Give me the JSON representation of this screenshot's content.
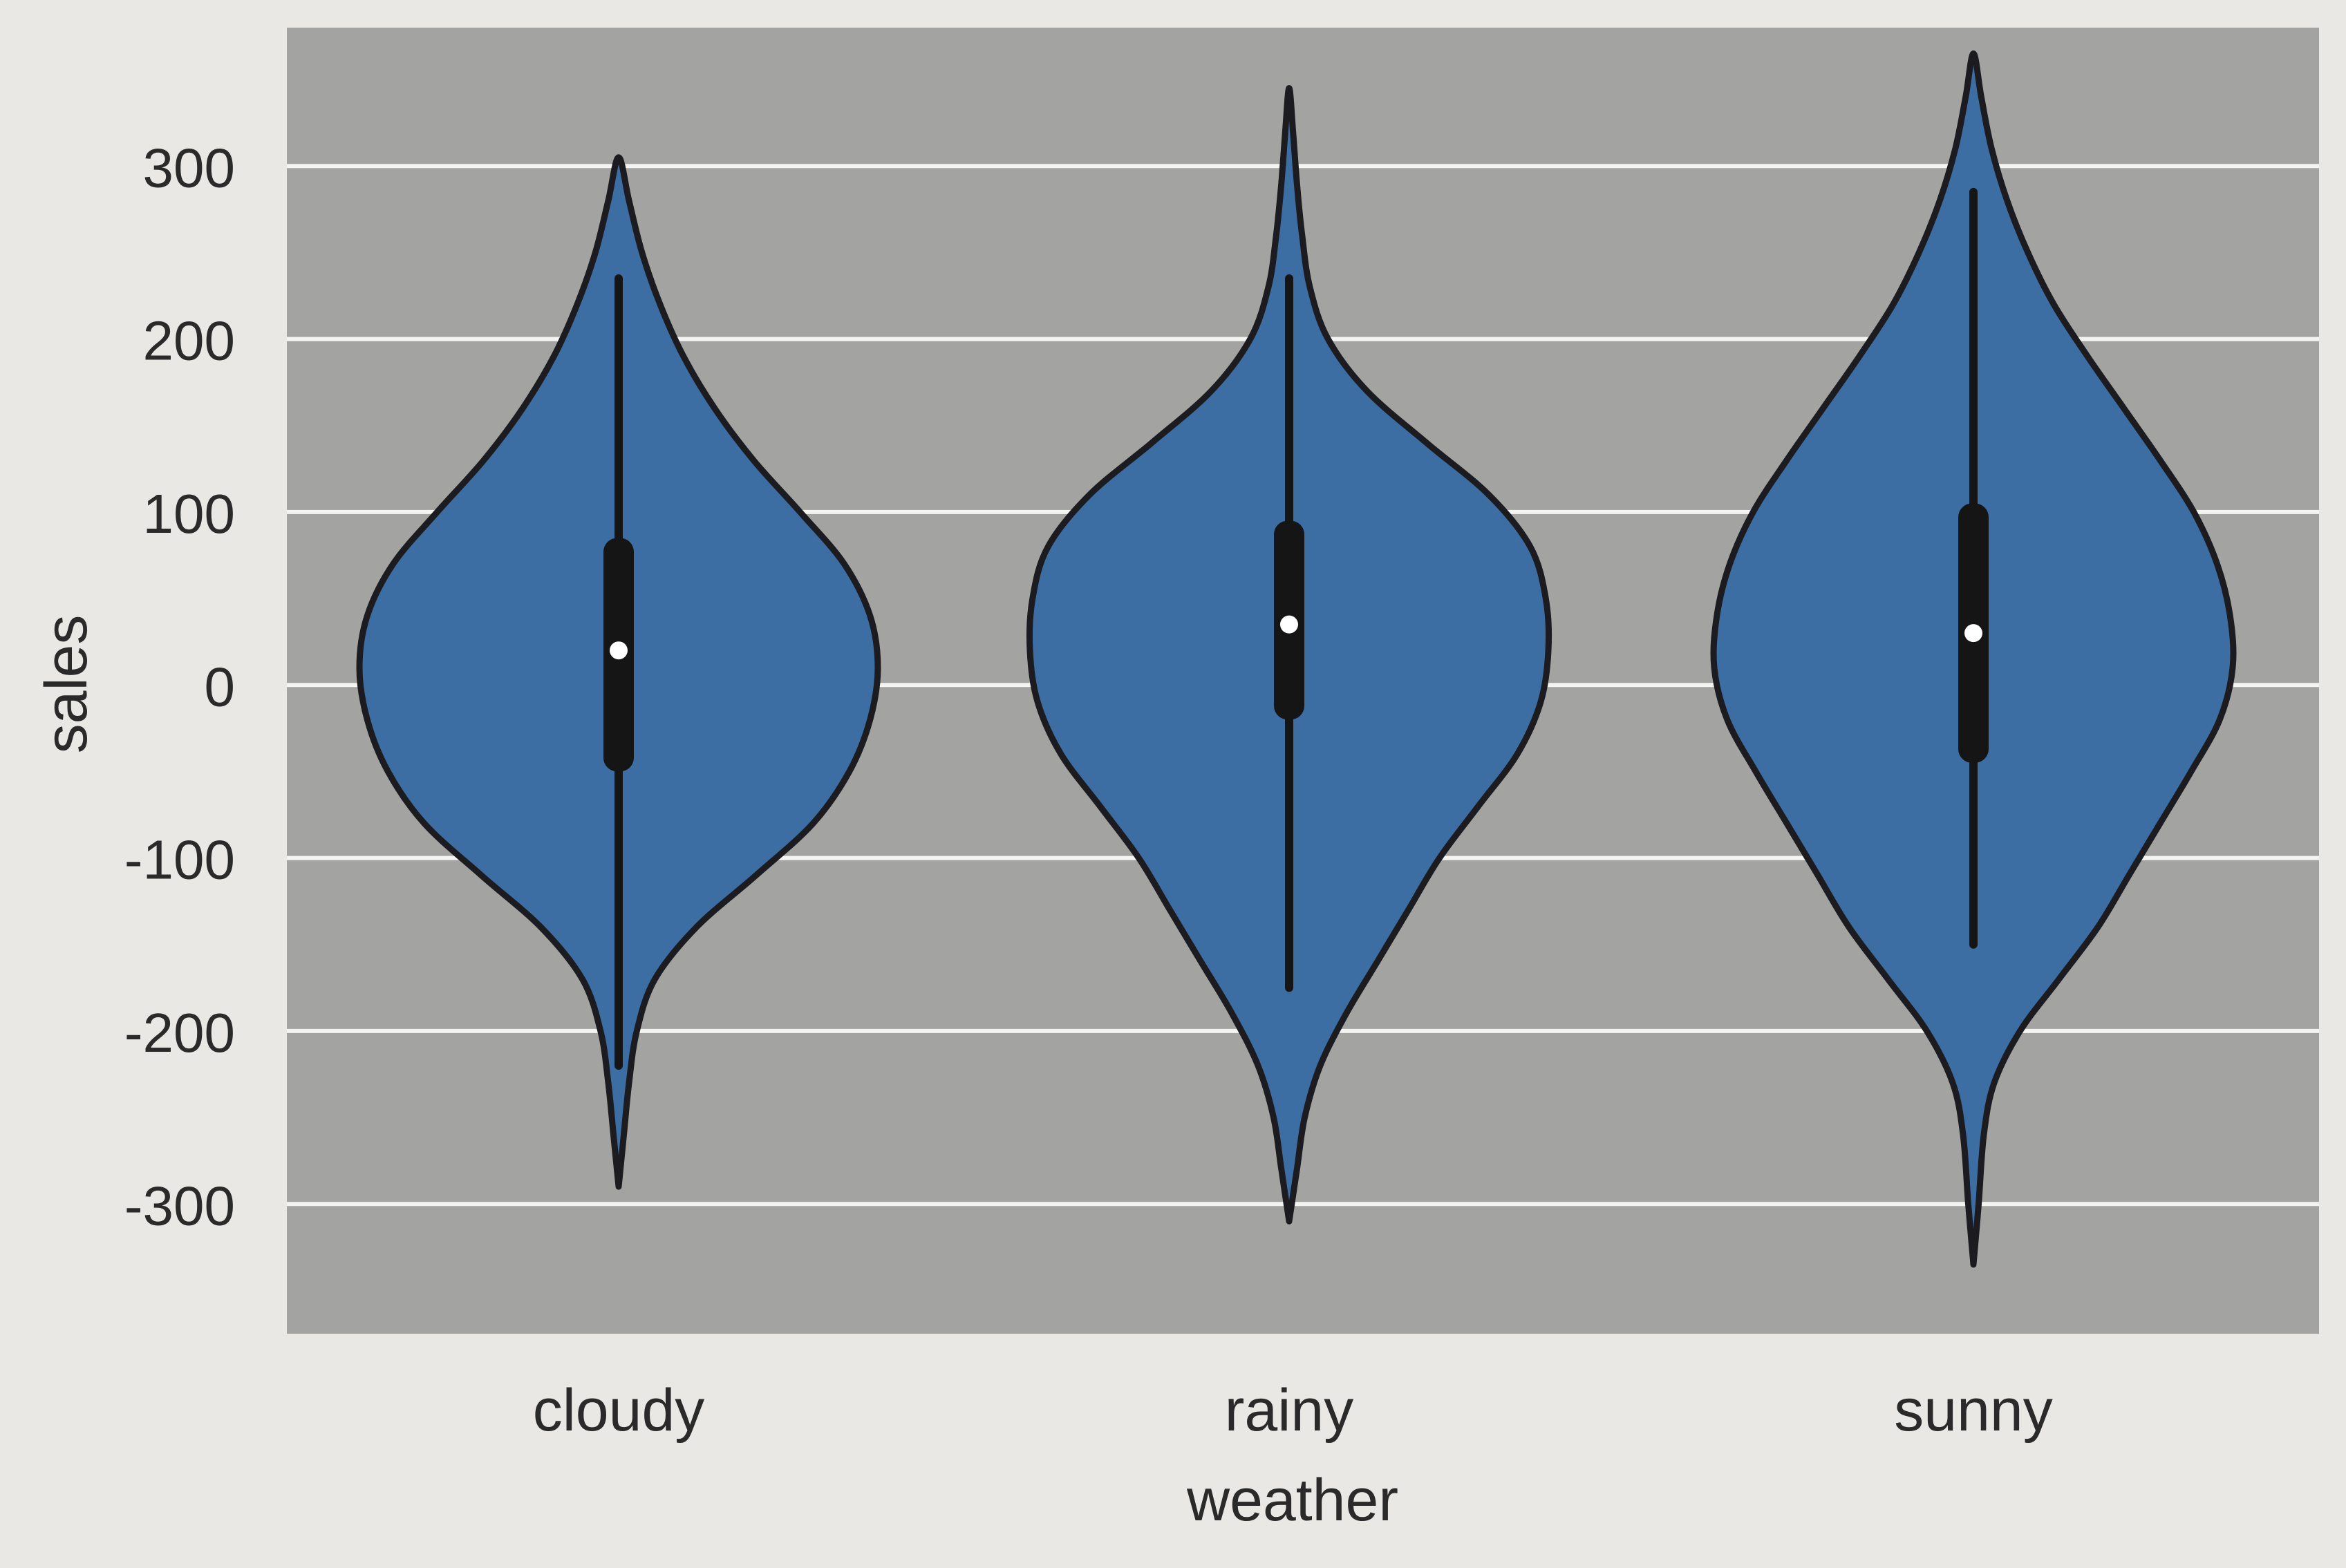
{
  "chart_data": {
    "type": "violin",
    "xlabel": "weather",
    "ylabel": "sales",
    "categories": [
      "cloudy",
      "rainy",
      "sunny"
    ],
    "ylim": [
      -375,
      380
    ],
    "yticks": [
      300,
      200,
      100,
      0,
      -100,
      -200,
      -300
    ],
    "grid": true,
    "colors": {
      "plot_background": "#a3a3a1",
      "gridline": "#f4f4f2",
      "violin_fill": "#3d6ea3",
      "violin_edge": "#1c1c20",
      "box": "#151515",
      "median": "#ffffff"
    },
    "series": [
      {
        "category": "cloudy",
        "min": -290,
        "max": 305,
        "q1": -50,
        "median": 20,
        "q3": 85,
        "whisker_low": -220,
        "whisker_high": 235,
        "density": [
          [
            -290,
            0.0
          ],
          [
            -260,
            0.02
          ],
          [
            -230,
            0.04
          ],
          [
            -200,
            0.07
          ],
          [
            -170,
            0.14
          ],
          [
            -140,
            0.3
          ],
          [
            -110,
            0.53
          ],
          [
            -80,
            0.75
          ],
          [
            -50,
            0.89
          ],
          [
            -20,
            0.97
          ],
          [
            10,
            1.0
          ],
          [
            40,
            0.97
          ],
          [
            70,
            0.87
          ],
          [
            100,
            0.7
          ],
          [
            130,
            0.52
          ],
          [
            160,
            0.37
          ],
          [
            190,
            0.25
          ],
          [
            220,
            0.16
          ],
          [
            250,
            0.09
          ],
          [
            280,
            0.04
          ],
          [
            305,
            0.0
          ]
        ]
      },
      {
        "category": "rainy",
        "min": -310,
        "max": 345,
        "q1": -20,
        "median": 35,
        "q3": 95,
        "whisker_low": -175,
        "whisker_high": 235,
        "density": [
          [
            -310,
            0.0
          ],
          [
            -280,
            0.03
          ],
          [
            -250,
            0.06
          ],
          [
            -220,
            0.12
          ],
          [
            -190,
            0.22
          ],
          [
            -160,
            0.34
          ],
          [
            -130,
            0.46
          ],
          [
            -100,
            0.58
          ],
          [
            -70,
            0.73
          ],
          [
            -40,
            0.88
          ],
          [
            -10,
            0.97
          ],
          [
            20,
            1.0
          ],
          [
            50,
            0.99
          ],
          [
            80,
            0.93
          ],
          [
            110,
            0.77
          ],
          [
            140,
            0.53
          ],
          [
            170,
            0.3
          ],
          [
            200,
            0.15
          ],
          [
            230,
            0.08
          ],
          [
            260,
            0.05
          ],
          [
            290,
            0.03
          ],
          [
            320,
            0.015
          ],
          [
            345,
            0.0
          ]
        ]
      },
      {
        "category": "sunny",
        "min": -335,
        "max": 365,
        "q1": -45,
        "median": 30,
        "q3": 105,
        "whisker_low": -150,
        "whisker_high": 285,
        "density": [
          [
            -335,
            0.0
          ],
          [
            -300,
            0.02
          ],
          [
            -260,
            0.04
          ],
          [
            -230,
            0.08
          ],
          [
            -200,
            0.18
          ],
          [
            -170,
            0.33
          ],
          [
            -140,
            0.48
          ],
          [
            -110,
            0.6
          ],
          [
            -80,
            0.72
          ],
          [
            -50,
            0.84
          ],
          [
            -20,
            0.95
          ],
          [
            10,
            1.0
          ],
          [
            40,
            0.99
          ],
          [
            70,
            0.94
          ],
          [
            100,
            0.85
          ],
          [
            130,
            0.72
          ],
          [
            160,
            0.58
          ],
          [
            190,
            0.44
          ],
          [
            220,
            0.31
          ],
          [
            250,
            0.21
          ],
          [
            280,
            0.13
          ],
          [
            310,
            0.07
          ],
          [
            340,
            0.03
          ],
          [
            365,
            0.0
          ]
        ]
      }
    ]
  }
}
